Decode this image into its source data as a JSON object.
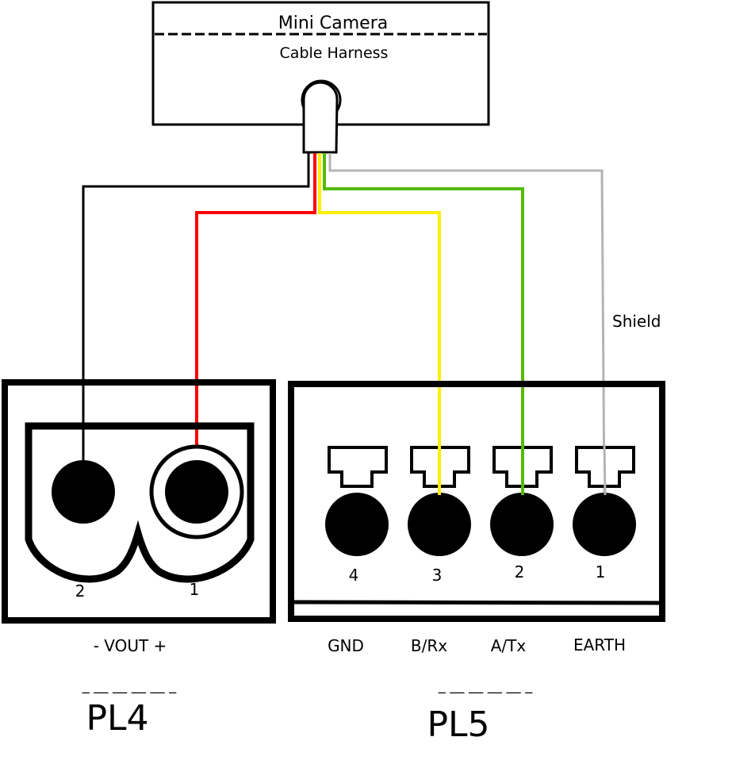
{
  "camera": {
    "title": "Mini Camera",
    "subtitle": "Cable Harness"
  },
  "wires": [
    {
      "name": "black",
      "color": "#000000",
      "to": "PL4 pin 2"
    },
    {
      "name": "red",
      "color": "#ff0000",
      "to": "PL4 pin 1"
    },
    {
      "name": "yellow",
      "color": "#ffee00",
      "to": "PL5 pin 3"
    },
    {
      "name": "green",
      "color": "#55bb00",
      "to": "PL5 pin 2"
    },
    {
      "name": "grey",
      "color": "#b4b4b4",
      "to": "PL5 pin 1",
      "label": "Shield"
    }
  ],
  "pl4": {
    "name": "PL4",
    "pins": [
      "2",
      "1"
    ],
    "function_label": "- VOUT +",
    "dashes": "_ __ __ __ __ _"
  },
  "pl5": {
    "name": "PL5",
    "pins": [
      "4",
      "3",
      "2",
      "1"
    ],
    "pin_functions": [
      "GND",
      "B/Rx",
      "A/Tx",
      "EARTH"
    ],
    "dashes": "_ __ __ __ __ _"
  }
}
